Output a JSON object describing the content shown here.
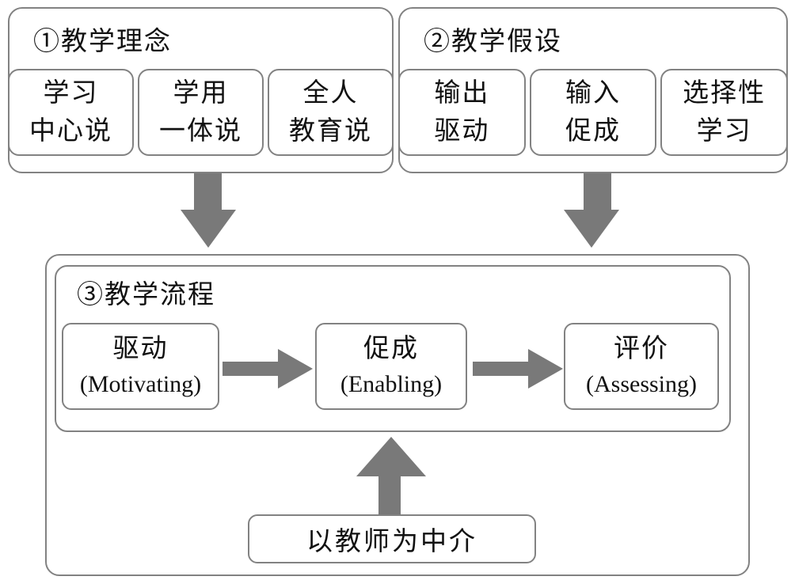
{
  "colors": {
    "border_gray": "#828282",
    "arrow_gray": "#797979",
    "text": "#111111",
    "background": "#ffffff"
  },
  "groups": {
    "philosophy": {
      "title": "①教学理念",
      "items": [
        {
          "line1": "学习",
          "line2": "中心说"
        },
        {
          "line1": "学用",
          "line2": "一体说"
        },
        {
          "line1": "全人",
          "line2": "教育说"
        }
      ]
    },
    "hypothesis": {
      "title": "②教学假设",
      "items": [
        {
          "line1": "输出",
          "line2": "驱动"
        },
        {
          "line1": "输入",
          "line2": "促成"
        },
        {
          "line1": "选择性",
          "line2": "学习"
        }
      ]
    },
    "process": {
      "title": "③教学流程",
      "steps": [
        {
          "zh": "驱动",
          "en": "(Motivating)"
        },
        {
          "zh": "促成",
          "en": "(Enabling)"
        },
        {
          "zh": "评价",
          "en": "(Assessing)"
        }
      ],
      "mediator": "以教师为中介"
    }
  }
}
